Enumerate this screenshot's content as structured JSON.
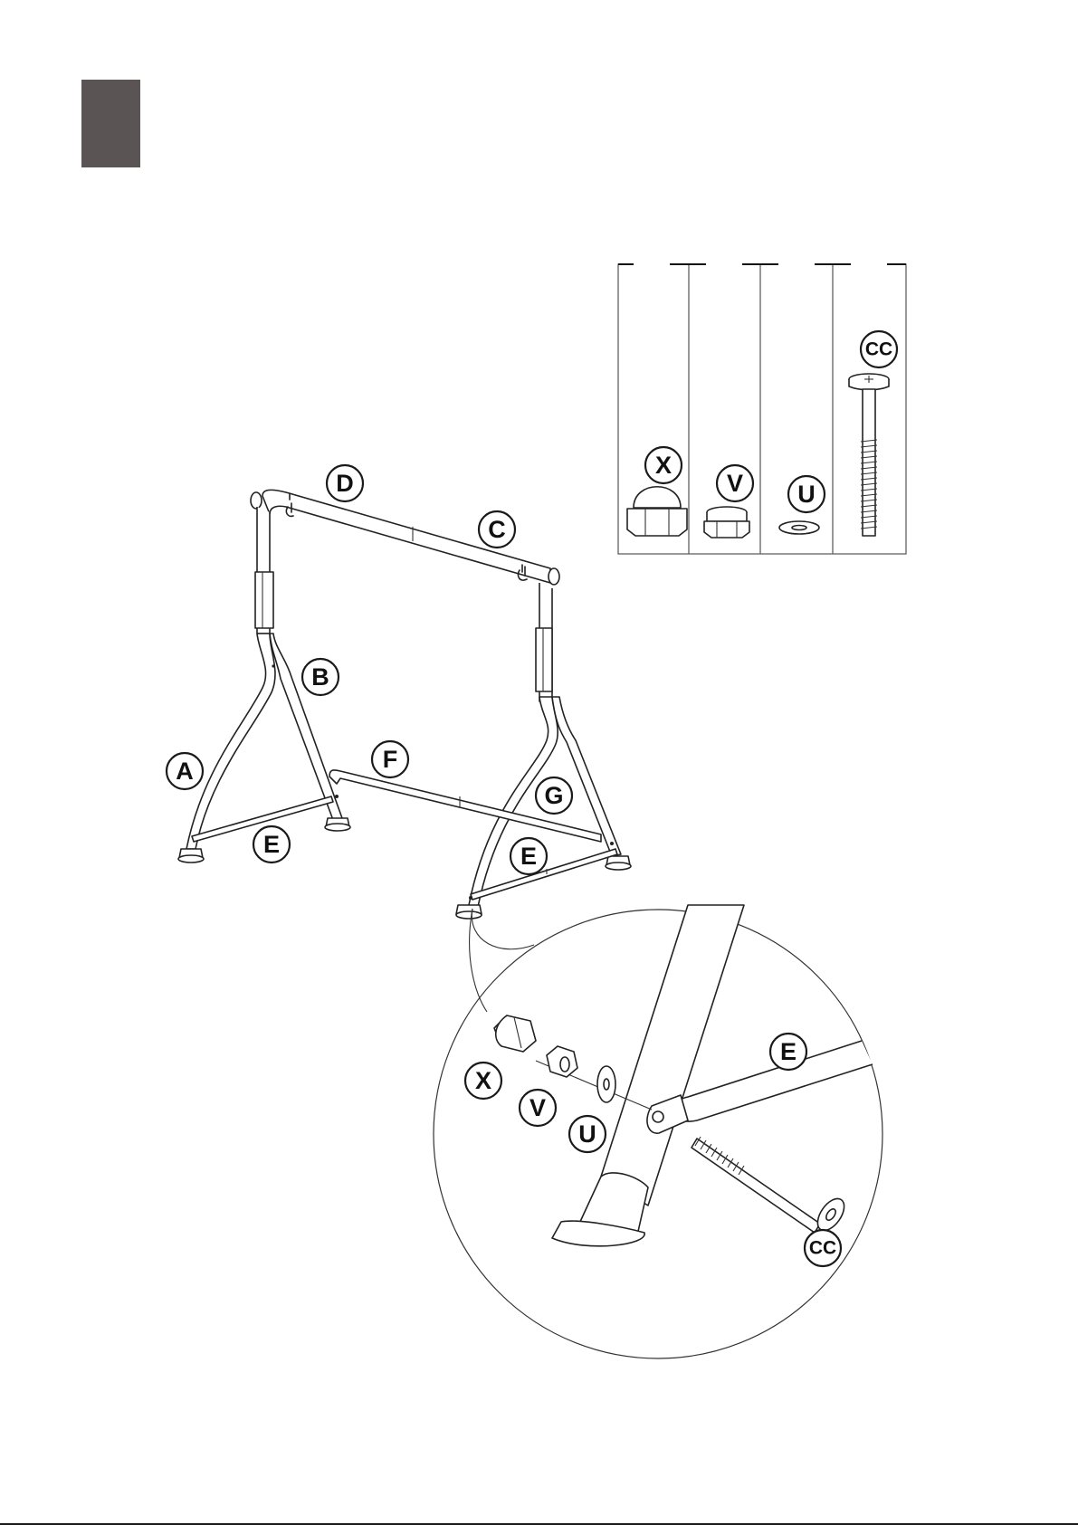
{
  "step": {
    "number": ""
  },
  "parts_box": {
    "columns": [
      {
        "id": "X",
        "label": "X",
        "kind": "cap-nut"
      },
      {
        "id": "V",
        "label": "V",
        "kind": "lock-nut"
      },
      {
        "id": "U",
        "label": "U",
        "kind": "washer"
      },
      {
        "id": "CC",
        "label": "CC",
        "kind": "bolt"
      }
    ]
  },
  "frame_labels": {
    "A": "A",
    "B": "B",
    "C": "C",
    "D": "D",
    "E1": "E",
    "E2": "E",
    "F": "F",
    "G": "G"
  },
  "detail_labels": {
    "X": "X",
    "V": "V",
    "U": "U",
    "E": "E",
    "CC": "CC"
  }
}
